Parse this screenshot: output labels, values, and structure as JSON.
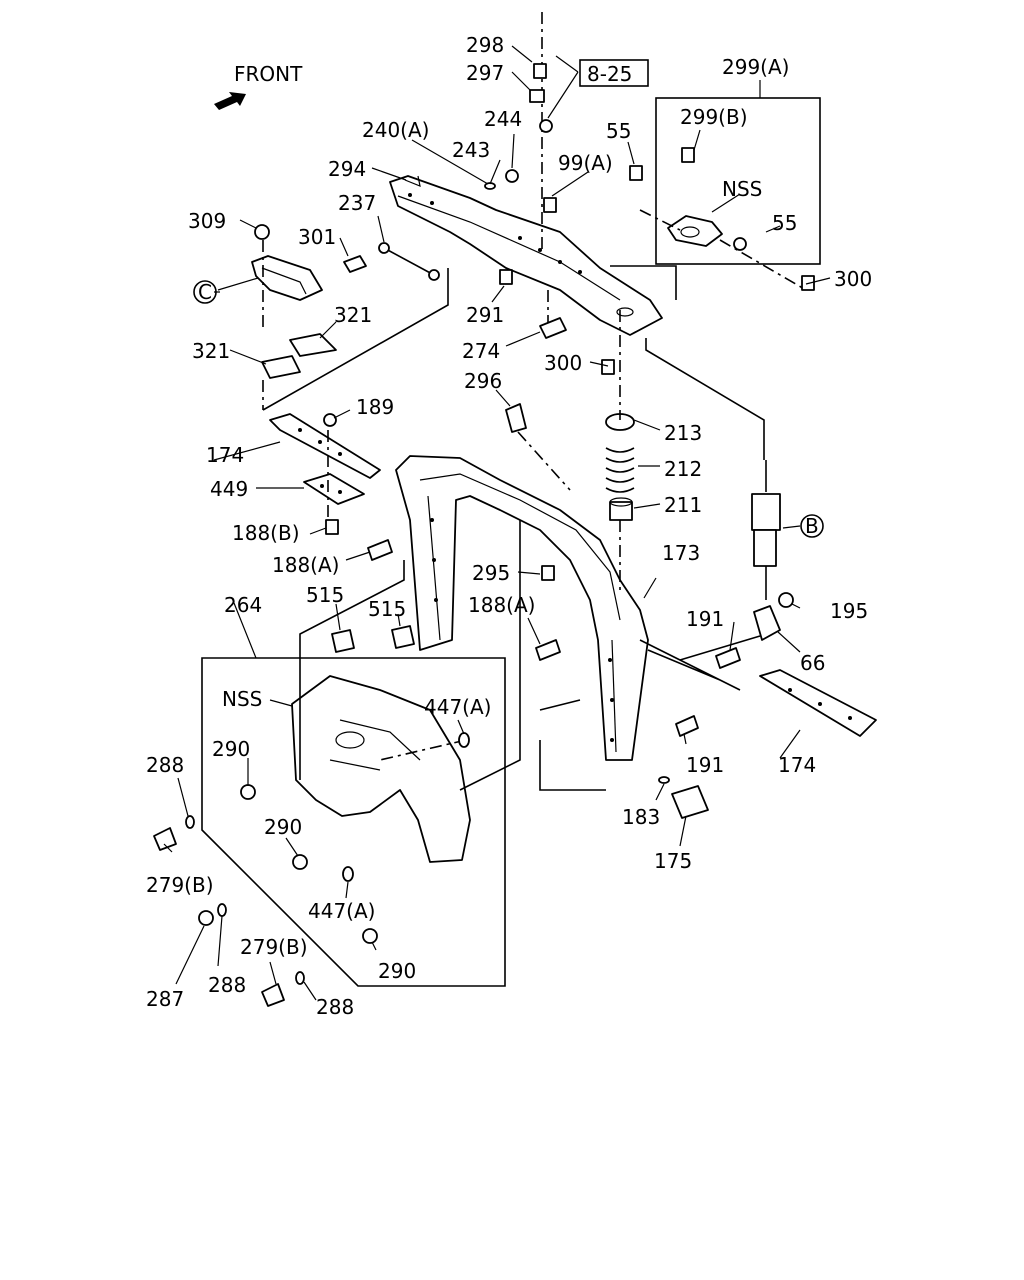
{
  "orientation_label": "FRONT",
  "reference_box": "8-25",
  "circle_refs": {
    "c": "C",
    "b": "B"
  },
  "labels": {
    "p298": "298",
    "p297": "297",
    "p244": "244",
    "p240a": "240(A)",
    "p243": "243",
    "p294": "294",
    "p237": "237",
    "p309": "309",
    "p301": "301",
    "p99a": "99(A)",
    "p55_top": "55",
    "p299a": "299(A)",
    "p299b": "299(B)",
    "nss_top": "NSS",
    "p55_right": "55",
    "p300_right": "300",
    "p291": "291",
    "p274": "274",
    "p300_mid": "300",
    "p321_upper": "321",
    "p321_lower": "321",
    "p296": "296",
    "p189": "189",
    "p213": "213",
    "p174_left": "174",
    "p212": "212",
    "p449": "449",
    "p211": "211",
    "p188b": "188(B)",
    "p188a_left": "188(A)",
    "p173": "173",
    "p295": "295",
    "p264": "264",
    "p515_a": "515",
    "p515_b": "515",
    "p188a_right": "188(A)",
    "p191_top": "191",
    "p195": "195",
    "p66": "66",
    "nss_mid": "NSS",
    "p447a_top": "447(A)",
    "p290_a": "290",
    "p288_a": "288",
    "p191_bottom": "191",
    "p174_right": "174",
    "p290_b": "290",
    "p183": "183",
    "p279b_a": "279(B)",
    "p175": "175",
    "p447a_bottom": "447(A)",
    "p290_c": "290",
    "p279b_b": "279(B)",
    "p287": "287",
    "p288_b": "288",
    "p288_c": "288"
  }
}
